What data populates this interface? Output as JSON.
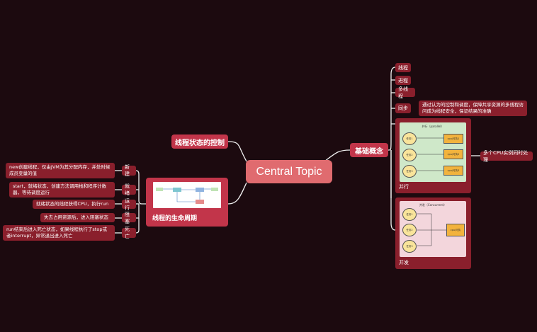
{
  "central_topic": "Central Topic",
  "branches": {
    "basic": {
      "title": "基础概念",
      "items": [
        {
          "label": "线程"
        },
        {
          "label": "进程"
        },
        {
          "label": "多线程"
        },
        {
          "label": "同步",
          "desc": "通过认为的控制和调度，保障共享资源的多线程访问成为线程安全，保证结果的准确"
        }
      ],
      "parallel": {
        "label": "并行",
        "side_note": "多个CPU实例同时处理",
        "image_title": "并行（parallel）",
        "threads": [
          "任务1",
          "任务2",
          "任务3"
        ],
        "cpus": [
          "cpu/可执1",
          "cpu/可执2",
          "cpu/可执3"
        ]
      },
      "concurrent": {
        "label": "并发",
        "image_title": "并发（Concurrent）",
        "threads": [
          "任务1",
          "任务2",
          "任务3"
        ],
        "cpus": [
          "cpu/可执"
        ]
      }
    },
    "control": {
      "title": "线程状态的控制"
    },
    "lifecycle": {
      "title": "线程的生命周期",
      "states": [
        {
          "label": "新建",
          "desc": "new创建线程，仅由JVM为其分配内存，并处时候成员变量的值"
        },
        {
          "label": "就绪",
          "desc": "start，就绪状态，创建方法调用栈和程序计数器，等待调度运行"
        },
        {
          "label": "运行",
          "desc": "就绪状态的线程获得CPU，执行run"
        },
        {
          "label": "阻塞",
          "desc": "失去占用资源后，进入阻塞状态"
        },
        {
          "label": "死亡",
          "desc": "run结束后进入死亡状态，如果线程执行了stop或者interrupt，异常退出进入死亡"
        }
      ]
    }
  },
  "colors": {
    "background": "#1c0a0f",
    "central": "#e06b6f",
    "main": "#c2354a",
    "sub": "#8a1f2c",
    "connector": "#f0f0f0"
  }
}
